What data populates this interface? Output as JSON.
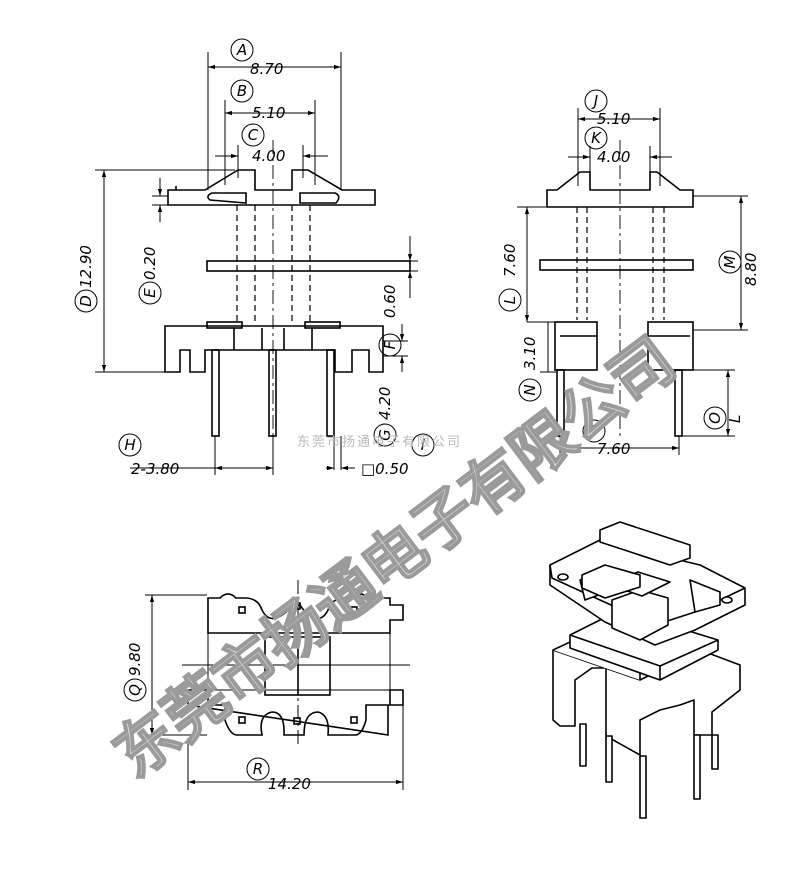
{
  "watermark": {
    "large": "东莞市扬通电子有限公司",
    "small": "东莞市扬通电子有限公司"
  },
  "front_view": {
    "dims": {
      "A": {
        "letter": "A",
        "value": "8.70"
      },
      "B": {
        "letter": "B",
        "value": "5.10"
      },
      "C": {
        "letter": "C",
        "value": "4.00"
      },
      "D": {
        "letter": "D",
        "value": "12.90"
      },
      "E": {
        "letter": "E",
        "value": "0.20"
      },
      "F": {
        "letter": "F",
        "value": "0.60"
      },
      "G": {
        "letter": "G",
        "value": "4.20"
      },
      "H": {
        "letter": "H",
        "value": "2-3.80"
      },
      "I": {
        "letter": "I",
        "value": "□0.50"
      }
    }
  },
  "side_view": {
    "dims": {
      "J": {
        "letter": "J",
        "value": "5.10"
      },
      "K": {
        "letter": "K",
        "value": "4.00"
      },
      "L": {
        "letter": "L",
        "value": "7.60"
      },
      "M": {
        "letter": "M",
        "value": "8.80"
      },
      "N": {
        "letter": "N",
        "value": "3.10"
      },
      "O": {
        "letter": "O",
        "value": "L"
      },
      "P": {
        "letter": "P",
        "value": "7.60"
      }
    }
  },
  "top_view": {
    "dims": {
      "Q": {
        "letter": "Q",
        "value": "9.80"
      },
      "R": {
        "letter": "R",
        "value": "14.20"
      }
    }
  }
}
